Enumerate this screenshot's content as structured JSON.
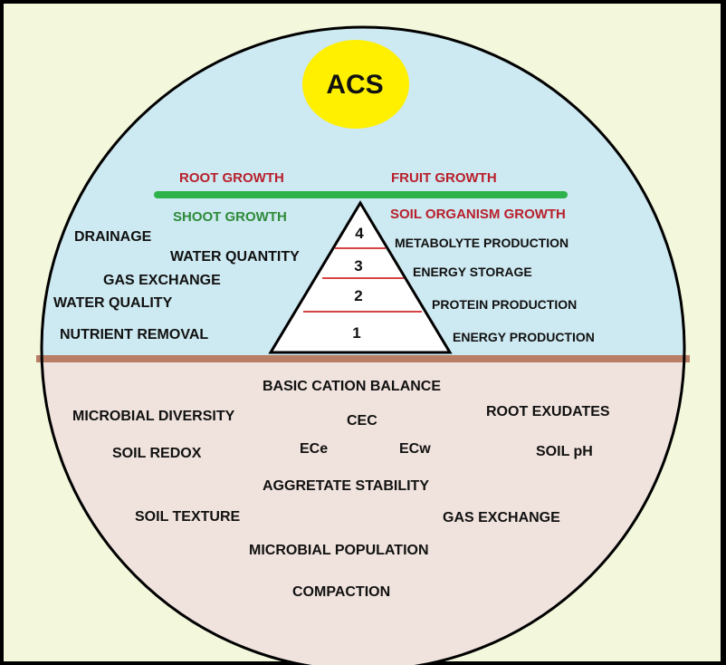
{
  "colors": {
    "frame_bg": "#f3f8dc",
    "sky": "#cde9f1",
    "soil": "#f0e3dd",
    "ground_line": "#b87f66",
    "sun": "#fff000",
    "balance_bar": "#2eb24b",
    "pyramid_divider": "#d64545",
    "dark_text": "#111111",
    "red_text": "#b8202c",
    "green_text": "#2e8b3a"
  },
  "sun": {
    "label": "ACS"
  },
  "balance": {
    "root_growth": "ROOT GROWTH",
    "fruit_growth": "FRUIT GROWTH",
    "shoot_growth": "SHOOT GROWTH",
    "soil_organism_growth": "SOIL ORGANISM GROWTH"
  },
  "pyramid": {
    "levels": [
      "4",
      "3",
      "2",
      "1"
    ],
    "right_labels": [
      "METABOLYTE PRODUCTION",
      "ENERGY STORAGE",
      "PROTEIN PRODUCTION",
      "ENERGY PRODUCTION"
    ]
  },
  "above_ground_left": [
    "DRAINAGE",
    "WATER QUANTITY",
    "GAS EXCHANGE",
    "WATER QUALITY",
    "NUTRIENT REMOVAL"
  ],
  "soil_factors": {
    "basic_cation_balance": "BASIC CATION BALANCE",
    "microbial_diversity": "MICROBIAL DIVERSITY",
    "cec": "CEC",
    "root_exudates": "ROOT EXUDATES",
    "soil_redox": "SOIL REDOX",
    "ece": "ECe",
    "ecw": "ECw",
    "soil_ph": "SOIL pH",
    "aggregate_stability": "AGGRETATE STABILITY",
    "soil_texture": "SOIL TEXTURE",
    "gas_exchange": "GAS EXCHANGE",
    "microbial_population": "MICROBIAL POPULATION",
    "compaction": "COMPACTION"
  }
}
